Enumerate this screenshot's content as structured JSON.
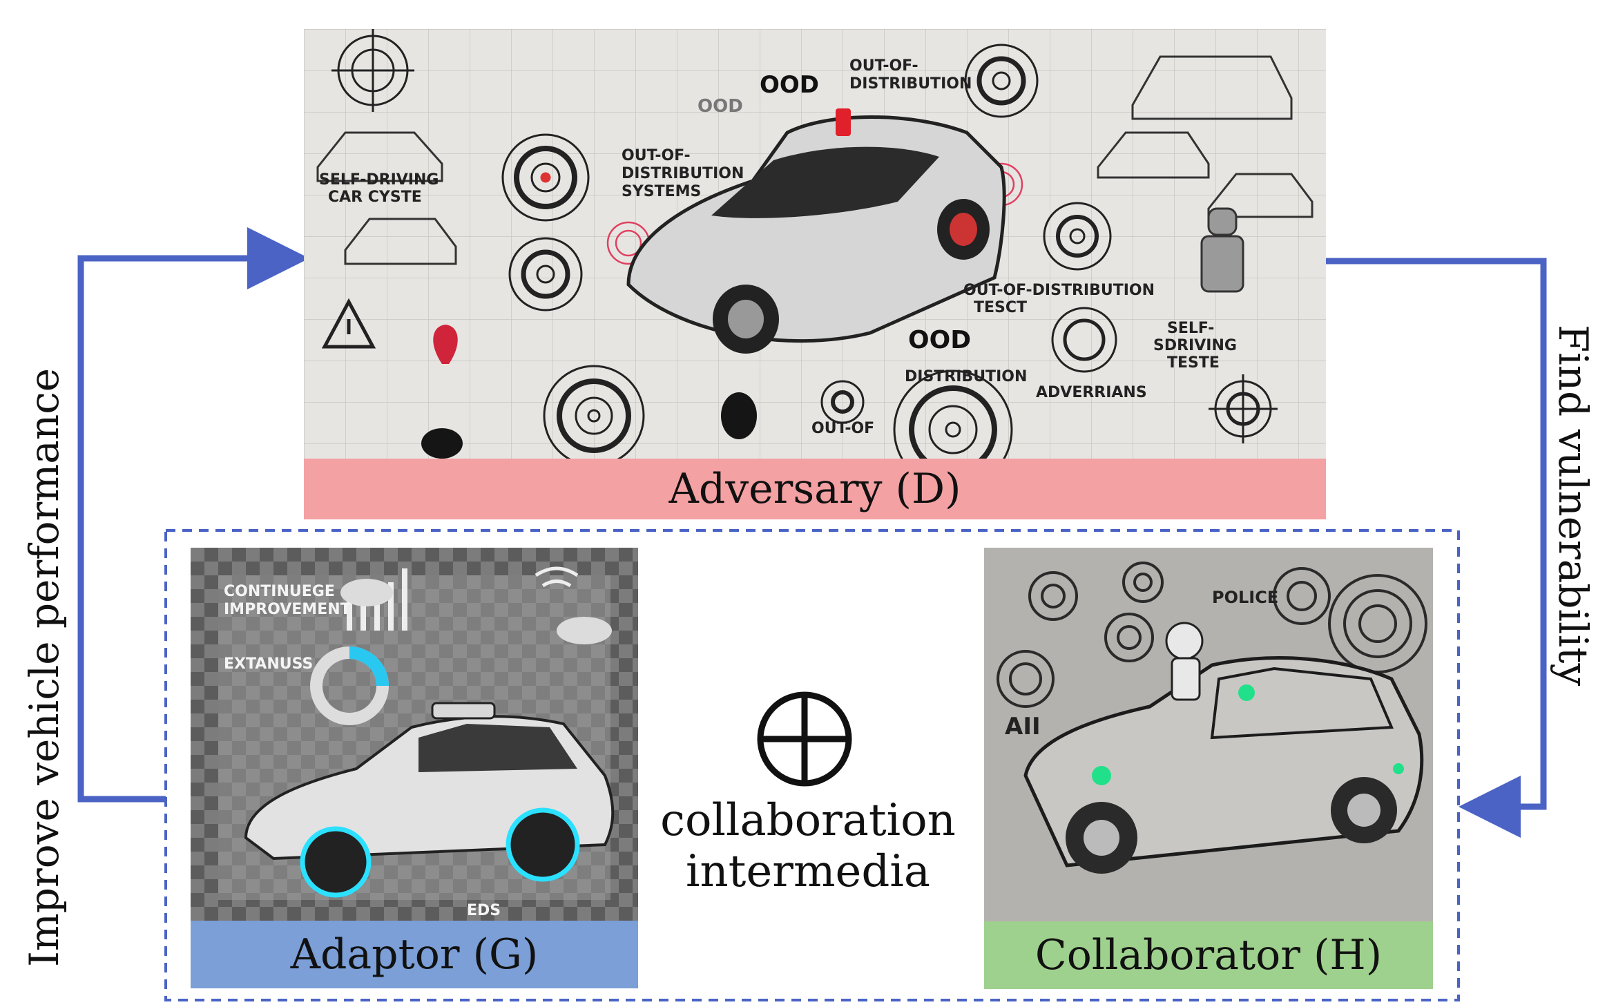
{
  "left_label": "Improve vehicle performance",
  "right_label": "Find vulnerability",
  "adversary": {
    "label": "Adversary (D)",
    "color": "#f3a1a3",
    "sketch_texts": [
      "OUT-OF-\nDISTRIBUTION",
      "OOD",
      "OOD",
      "OUT-OF-\nDISTRIBUTION\nSYSTEMS",
      "SELF-DRIVING\nCAR CYSTE",
      "OUT-OF-DISTRIBUTION\nTESCT",
      "OOD",
      "DISTRIBUTION",
      "SELF-\nSDRIVING\nTESTE",
      "ADVERRIANS",
      "OUT-OF"
    ]
  },
  "adaptor": {
    "label": "Adaptor (G)",
    "color": "#7b9fd6",
    "sketch_texts": [
      "CONTINUEGE\nIMPROVEMENT",
      "EXTANUSS",
      "EDS"
    ]
  },
  "collaborator": {
    "label": "Collaborator (H)",
    "color": "#9fd18e",
    "sketch_texts": [
      "POLICE",
      "AII"
    ]
  },
  "center": {
    "symbol": "⊕",
    "line1": "collaboration",
    "line2": "intermedia"
  },
  "colors": {
    "arrow": "#4a63c4",
    "dashed_border": "#4a63c4"
  }
}
